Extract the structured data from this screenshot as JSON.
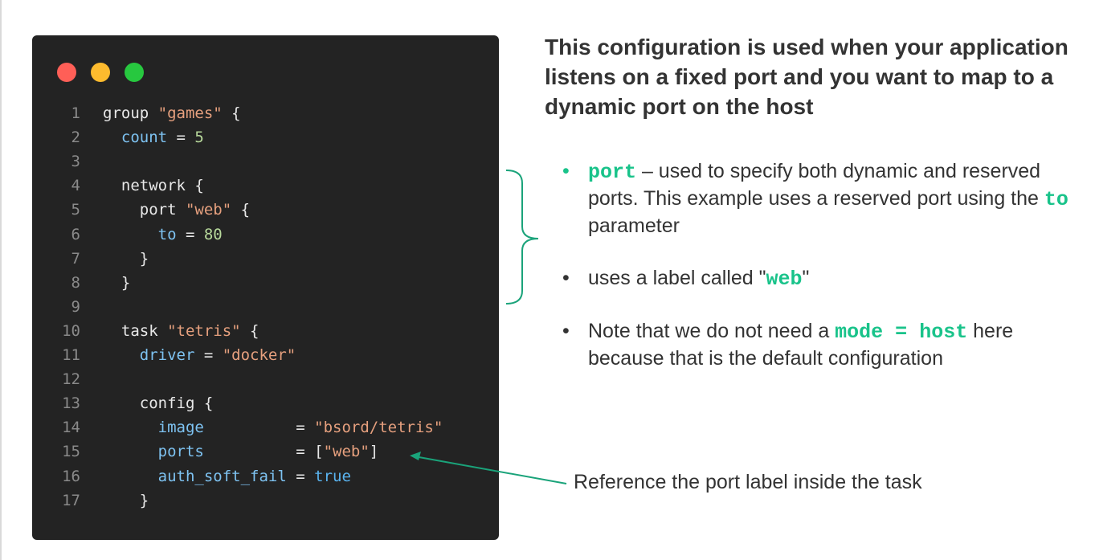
{
  "code": {
    "lines": [
      {
        "n": "1",
        "t": [
          [
            "p",
            "group "
          ],
          [
            "s",
            "\"games\""
          ],
          [
            "p",
            " {"
          ]
        ]
      },
      {
        "n": "2",
        "t": [
          [
            "p",
            "  "
          ],
          [
            "k",
            "count"
          ],
          [
            "p",
            " = "
          ],
          [
            "n",
            "5"
          ]
        ]
      },
      {
        "n": "3",
        "t": []
      },
      {
        "n": "4",
        "t": [
          [
            "p",
            "  network {"
          ]
        ]
      },
      {
        "n": "5",
        "t": [
          [
            "p",
            "    port "
          ],
          [
            "s",
            "\"web\""
          ],
          [
            "p",
            " {"
          ]
        ]
      },
      {
        "n": "6",
        "t": [
          [
            "p",
            "      "
          ],
          [
            "k",
            "to"
          ],
          [
            "p",
            " = "
          ],
          [
            "n",
            "80"
          ]
        ]
      },
      {
        "n": "7",
        "t": [
          [
            "p",
            "    }"
          ]
        ]
      },
      {
        "n": "8",
        "t": [
          [
            "p",
            "  }"
          ]
        ]
      },
      {
        "n": "9",
        "t": []
      },
      {
        "n": "10",
        "t": [
          [
            "p",
            "  task "
          ],
          [
            "s",
            "\"tetris\""
          ],
          [
            "p",
            " {"
          ]
        ]
      },
      {
        "n": "11",
        "t": [
          [
            "p",
            "    "
          ],
          [
            "k",
            "driver"
          ],
          [
            "p",
            " = "
          ],
          [
            "s",
            "\"docker\""
          ]
        ]
      },
      {
        "n": "12",
        "t": []
      },
      {
        "n": "13",
        "t": [
          [
            "p",
            "    config {"
          ]
        ]
      },
      {
        "n": "14",
        "t": [
          [
            "p",
            "      "
          ],
          [
            "k",
            "image"
          ],
          [
            "p",
            "          = "
          ],
          [
            "s",
            "\"bsord/tetris\""
          ]
        ]
      },
      {
        "n": "15",
        "t": [
          [
            "p",
            "      "
          ],
          [
            "k",
            "ports"
          ],
          [
            "p",
            "          = ["
          ],
          [
            "s",
            "\"web\""
          ],
          [
            "p",
            "]"
          ]
        ]
      },
      {
        "n": "16",
        "t": [
          [
            "p",
            "      "
          ],
          [
            "k",
            "auth_soft_fail"
          ],
          [
            "p",
            " = "
          ],
          [
            "b",
            "true"
          ]
        ]
      },
      {
        "n": "17",
        "t": [
          [
            "p",
            "    }"
          ]
        ]
      }
    ]
  },
  "heading": "This configuration is used when your application listens on a fixed port and you want to map to a dynamic port on the host",
  "bullets": {
    "b1": {
      "code": "port",
      "text1": " – used to specify both dynamic and reserved ports. This example uses a reserved port using the ",
      "code2": "to",
      "text2": " parameter"
    },
    "b2": {
      "text1": "uses a label called \"",
      "code": "web",
      "text2": "\""
    },
    "b3": {
      "text1": "Note that we do not need a ",
      "code": "mode = host",
      "text2": " here because that is the default configuration"
    }
  },
  "annotation": "Reference the port label inside the task",
  "colors": {
    "accent": "#19c38a",
    "code_bg": "#232323",
    "arrow": "#1aa37a"
  }
}
